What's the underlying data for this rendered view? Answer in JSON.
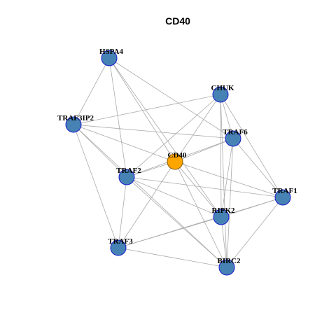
{
  "title": "CD40",
  "colors": {
    "hub_fill": "#ffa500",
    "hub_stroke": "#8b5a00",
    "node_fill": "#4682b4",
    "node_stroke": "#1a1acd",
    "edge": "#aaaaaa"
  },
  "nodes": [
    {
      "id": "CD40",
      "hub": true
    },
    {
      "id": "HSPA4"
    },
    {
      "id": "CHUK"
    },
    {
      "id": "TRAF3IP2"
    },
    {
      "id": "TRAF6"
    },
    {
      "id": "TRAF2"
    },
    {
      "id": "TRAF1"
    },
    {
      "id": "RIPK2"
    },
    {
      "id": "TRAF3"
    },
    {
      "id": "BIRC2"
    }
  ],
  "edges": [
    [
      "CD40",
      "HSPA4"
    ],
    [
      "CD40",
      "CHUK"
    ],
    [
      "CD40",
      "TRAF3IP2"
    ],
    [
      "CD40",
      "TRAF6"
    ],
    [
      "CD40",
      "TRAF2"
    ],
    [
      "CD40",
      "TRAF1"
    ],
    [
      "CD40",
      "RIPK2"
    ],
    [
      "CD40",
      "TRAF3"
    ],
    [
      "CD40",
      "BIRC2"
    ],
    [
      "HSPA4",
      "TRAF3IP2"
    ],
    [
      "HSPA4",
      "TRAF6"
    ],
    [
      "HSPA4",
      "TRAF2"
    ],
    [
      "HSPA4",
      "RIPK2"
    ],
    [
      "CHUK",
      "TRAF3IP2"
    ],
    [
      "CHUK",
      "TRAF6"
    ],
    [
      "CHUK",
      "TRAF2"
    ],
    [
      "CHUK",
      "TRAF1"
    ],
    [
      "CHUK",
      "RIPK2"
    ],
    [
      "CHUK",
      "BIRC2"
    ],
    [
      "TRAF3IP2",
      "TRAF6"
    ],
    [
      "TRAF3IP2",
      "TRAF2"
    ],
    [
      "TRAF3IP2",
      "TRAF3"
    ],
    [
      "TRAF3IP2",
      "BIRC2"
    ],
    [
      "TRAF6",
      "TRAF2"
    ],
    [
      "TRAF6",
      "TRAF1"
    ],
    [
      "TRAF6",
      "RIPK2"
    ],
    [
      "TRAF6",
      "BIRC2"
    ],
    [
      "TRAF2",
      "TRAF1"
    ],
    [
      "TRAF2",
      "RIPK2"
    ],
    [
      "TRAF2",
      "TRAF3"
    ],
    [
      "TRAF2",
      "BIRC2"
    ],
    [
      "TRAF1",
      "RIPK2"
    ],
    [
      "TRAF1",
      "TRAF3"
    ],
    [
      "TRAF1",
      "BIRC2"
    ],
    [
      "RIPK2",
      "TRAF3"
    ],
    [
      "RIPK2",
      "BIRC2"
    ],
    [
      "TRAF3",
      "BIRC2"
    ]
  ]
}
